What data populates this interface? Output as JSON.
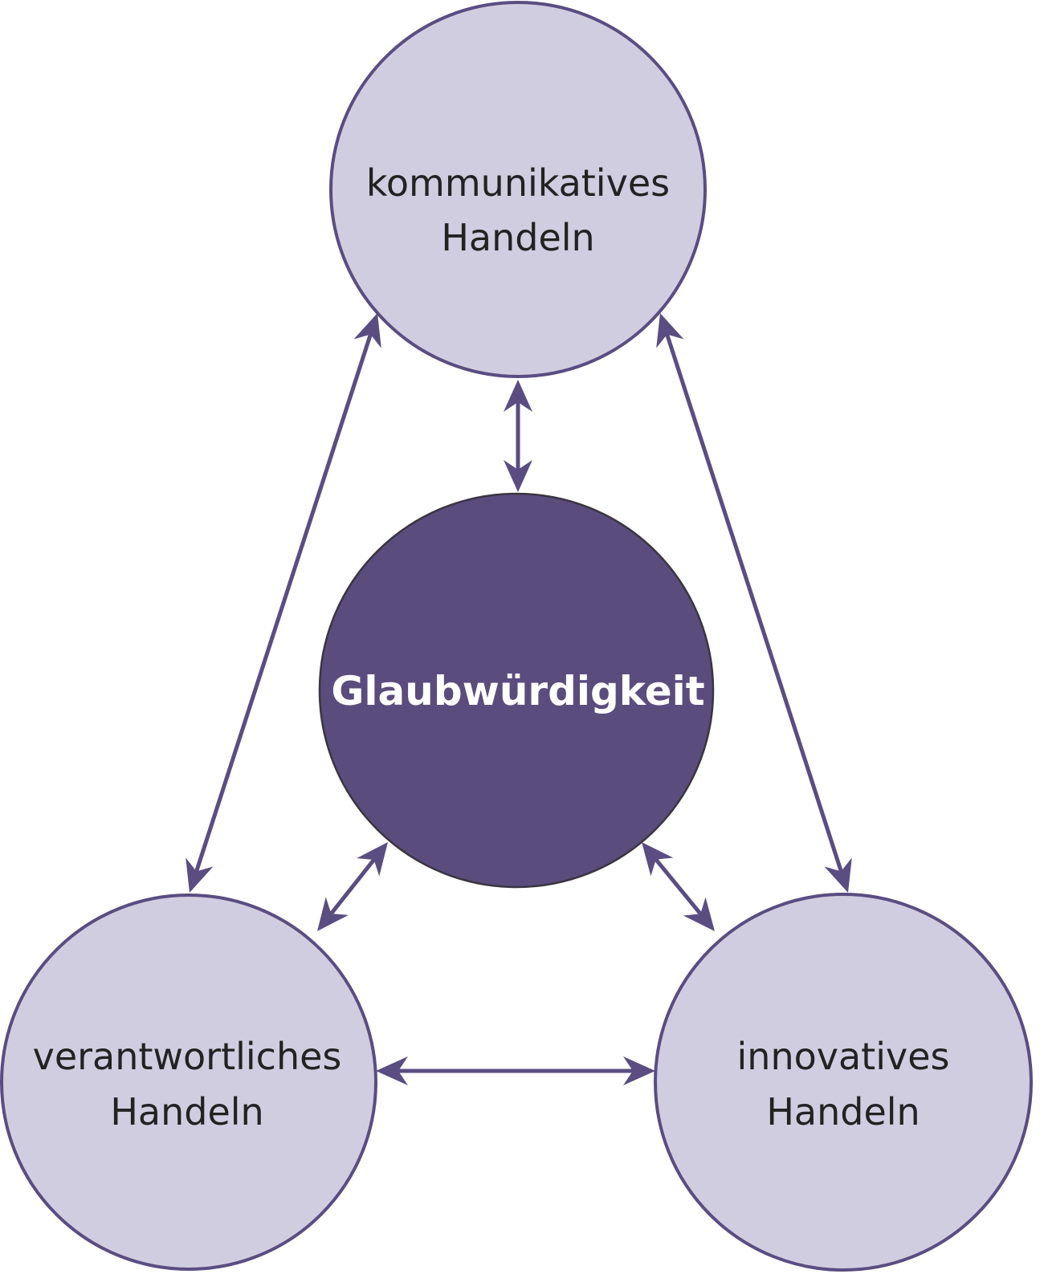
{
  "diagram": {
    "center": {
      "label": "Glaubwürdigkeit"
    },
    "nodes": [
      {
        "id": "kommunikativ",
        "lines": [
          "kommunikatives",
          "Handeln"
        ]
      },
      {
        "id": "verantwortlich",
        "lines": [
          "verantwortliches",
          "Handeln"
        ]
      },
      {
        "id": "innovativ",
        "lines": [
          "innovatives",
          "Handeln"
        ]
      }
    ],
    "edges": [
      {
        "from": "kommunikativ",
        "to": "center",
        "bidirectional": true
      },
      {
        "from": "verantwortlich",
        "to": "center",
        "bidirectional": true
      },
      {
        "from": "innovativ",
        "to": "center",
        "bidirectional": true
      },
      {
        "from": "kommunikativ",
        "to": "verantwortlich",
        "bidirectional": true
      },
      {
        "from": "kommunikativ",
        "to": "innovativ",
        "bidirectional": true
      },
      {
        "from": "verantwortlich",
        "to": "innovativ",
        "bidirectional": true
      }
    ],
    "colors": {
      "outer_fill": "#d1cde0",
      "center_fill": "#5b4c7e",
      "stroke": "#5a4d82",
      "text_dark": "#222222",
      "text_light": "#ffffff"
    }
  }
}
